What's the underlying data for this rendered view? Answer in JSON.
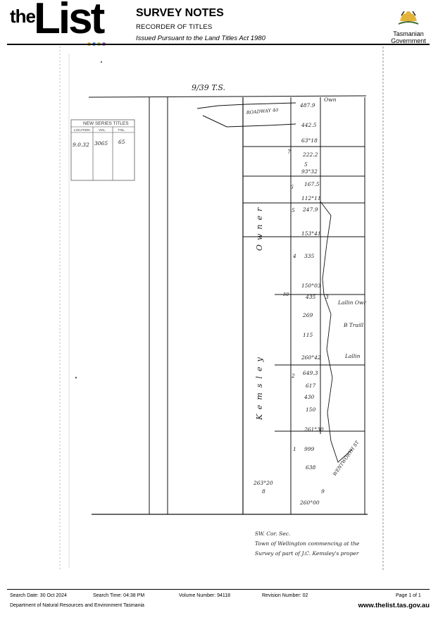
{
  "header": {
    "logo_the": "the",
    "logo_list": "List",
    "title": "SURVEY NOTES",
    "subtitle": "RECORDER OF TITLES",
    "issued": "Issued Pursuant to the Land Titles Act 1980",
    "gov_line1": "Tasmanian",
    "gov_line2": "Government",
    "dot_colors": [
      "#e8a33a",
      "#3a8ed8",
      "#9cc43c",
      "#a05bb8"
    ]
  },
  "plan": {
    "ref": "9/39 T.S.",
    "table_header": "NEW SERIES TITLES",
    "table_cols": [
      "LOCATION",
      "VOL.",
      "FOL."
    ],
    "table_values": [
      "9.0.32",
      "3065",
      "65"
    ],
    "road": "ROADWAY 40",
    "owner_top": "Own",
    "ownerv": "Owner",
    "kemsley": "Kemsley",
    "lots": [
      "7",
      "6",
      "5",
      "4",
      "3",
      "2",
      "1",
      "8",
      "9"
    ],
    "dims": [
      "487.9",
      "442.5",
      "63°18",
      "222.2",
      "5",
      "93°32",
      "167.5",
      "112°11",
      "247.9",
      "153°41",
      "335",
      "150°03",
      "435",
      "269",
      "115",
      "260°42",
      "649.3",
      "617",
      "430",
      "150",
      "261°30",
      "999",
      "638",
      "263°20",
      "260°00",
      "50"
    ],
    "side_names": [
      "Lallin Owr",
      "B Traill",
      "Lallin"
    ],
    "street": "WENTWORTH ST",
    "notes": [
      "SW. Cor. Sec.",
      "Town of Wellington commencing at the",
      "Survey of part of J.C. Kemsley's proper"
    ]
  },
  "footer": {
    "search_date": "Search Date: 30 Oct 2024",
    "search_time": "Search Time: 04:38 PM",
    "volume": "Volume Number: 94118",
    "revision": "Revision Number: 02",
    "page": "Page 1 of 1",
    "dept": "Department of Natural Resources and Environment Tasmania",
    "url": "www.thelist.tas.gov.au"
  }
}
